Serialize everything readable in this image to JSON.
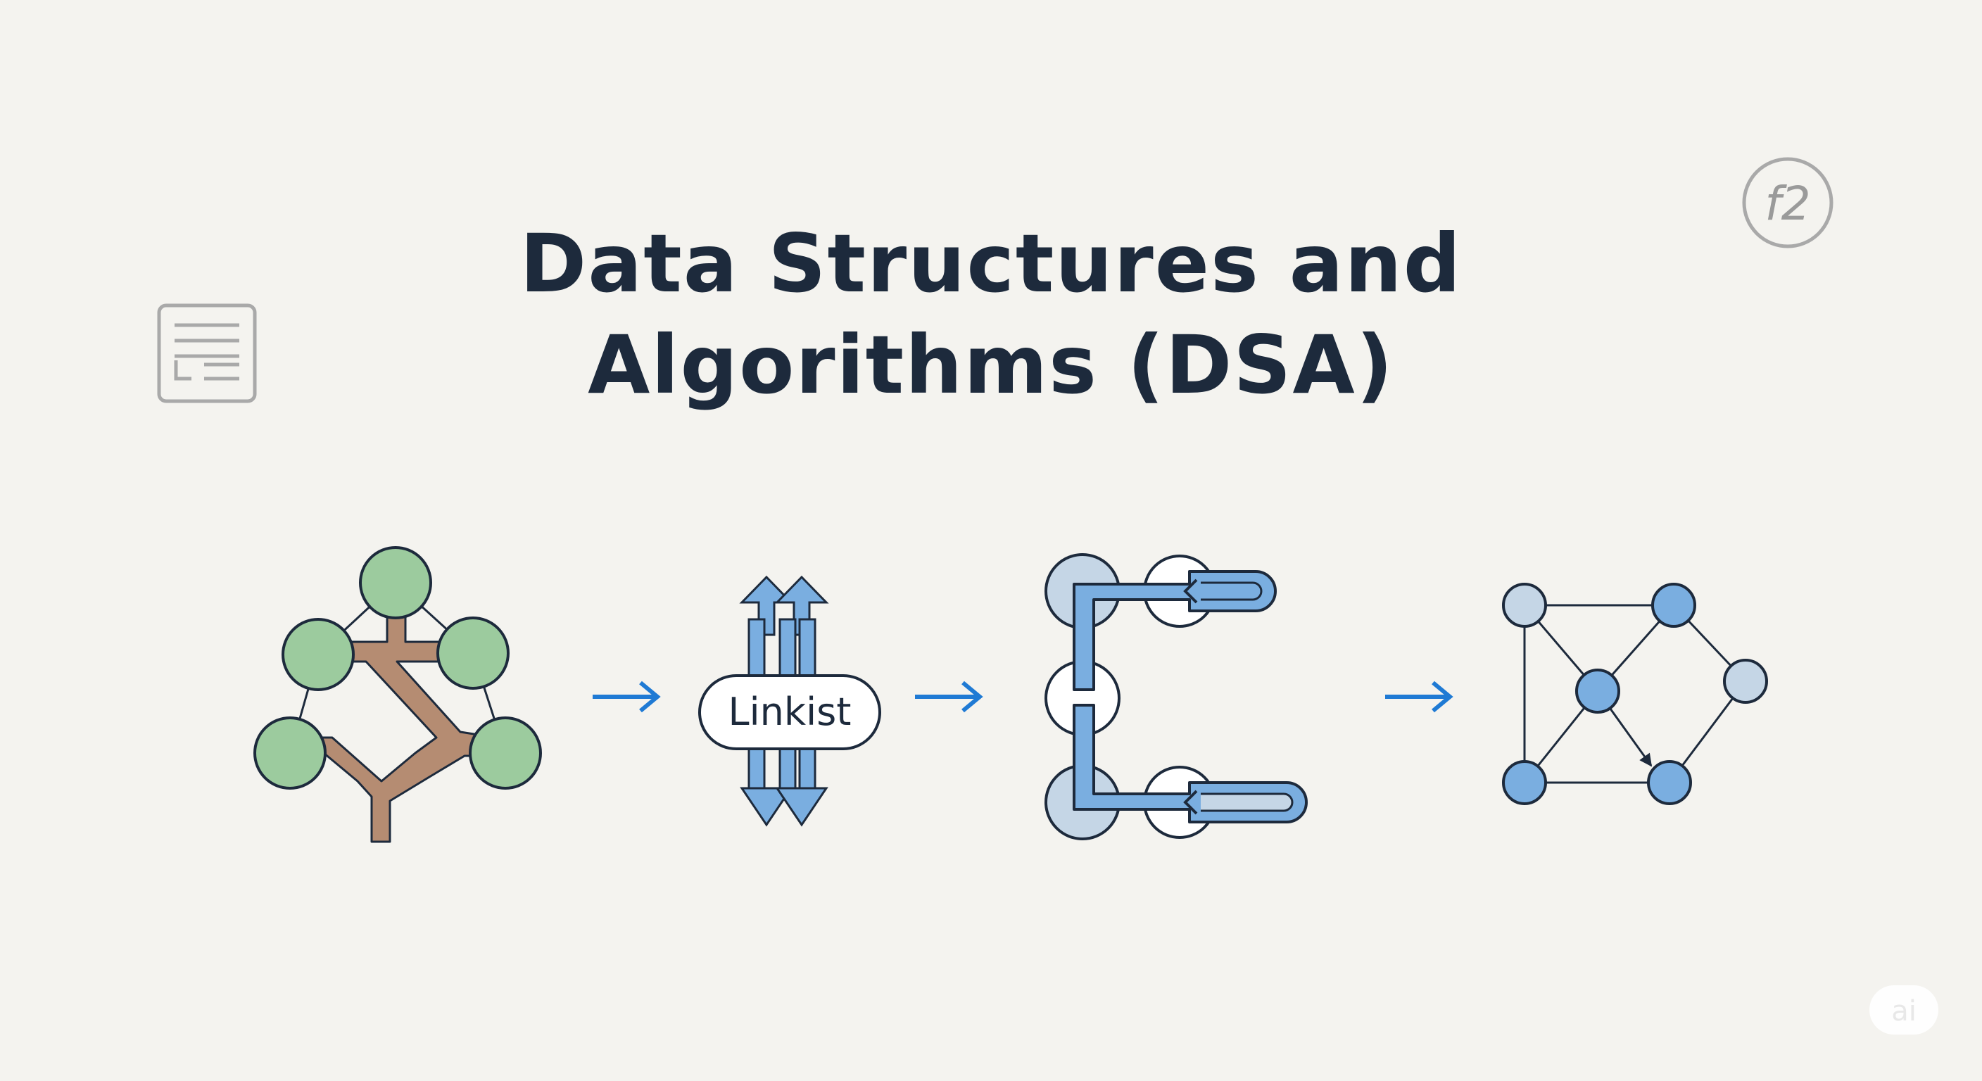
{
  "title": {
    "line1": "Data Structures and",
    "line2": "Algorithms (DSA)"
  },
  "badge_text": "f2",
  "linked_list_label": "Linkist",
  "corner_mark_text": "ai",
  "icons": [
    "document-icon",
    "f2-badge-icon",
    "tree-icon",
    "linked-list-icon",
    "stack-queue-icon",
    "graph-icon",
    "arrow-right-icon"
  ],
  "colors": {
    "background": "#f4f3ef",
    "title": "#1d2a3c",
    "tree_node": "#9ccb9e",
    "tree_trunk": "#b58c72",
    "accent_blue": "#1f7ad4",
    "node_blue": "#7aaee0",
    "node_pale": "#c5d6e6",
    "outline": "#1d2a3c"
  }
}
